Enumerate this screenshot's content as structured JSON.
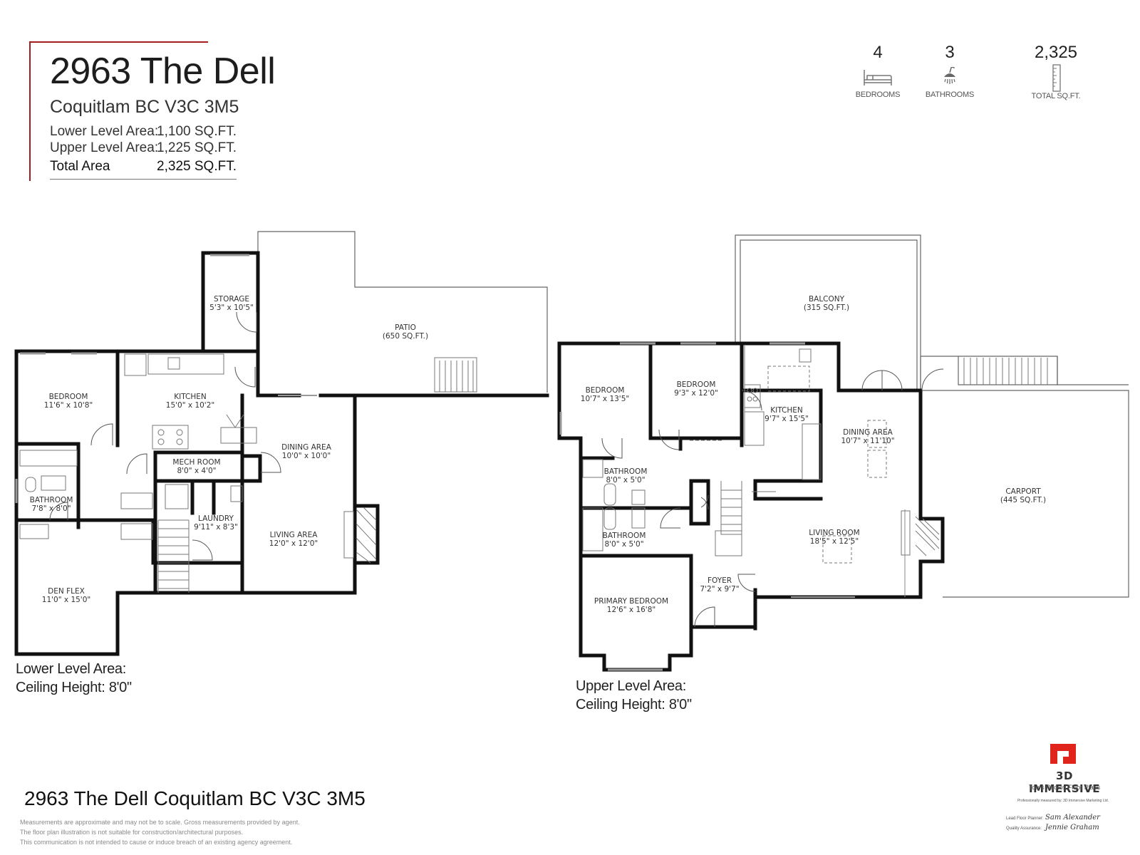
{
  "header": {
    "title": "2963 The Dell",
    "city": "Coquitlam BC V3C 3M5",
    "lower_label": "Lower Level Area:",
    "lower_value": "1,100 SQ.FT.",
    "upper_label": "Upper Level Area:",
    "upper_value": "1,225 SQ.FT.",
    "total_label": "Total Area",
    "total_value": "2,325 SQ.FT.",
    "accent_color": "#a31d21"
  },
  "stats": [
    {
      "value": "4",
      "caption": "BEDROOMS",
      "icon": "bed-icon"
    },
    {
      "value": "3",
      "caption": "BATHROOMS",
      "icon": "shower-icon"
    },
    {
      "value": "2,325",
      "caption": "TOTAL SQ.FT.",
      "icon": "ruler-icon"
    }
  ],
  "lower_plan": {
    "rooms": [
      {
        "name": "STORAGE",
        "dims": "5'3\" x 10'5\""
      },
      {
        "name": "PATIO",
        "dims": "(650 SQ.FT.)"
      },
      {
        "name": "BEDROOM",
        "dims": "11'6\" x 10'8\""
      },
      {
        "name": "KITCHEN",
        "dims": "15'0\" x 10'2\""
      },
      {
        "name": "DINING AREA",
        "dims": "10'0\" x 10'0\""
      },
      {
        "name": "MECH ROOM",
        "dims": "8'0\" x 4'0\""
      },
      {
        "name": "BATHROOM",
        "dims": "7'8\" x 8'0\""
      },
      {
        "name": "LAUNDRY",
        "dims": "9'11\" x 8'3\""
      },
      {
        "name": "LIVING AREA",
        "dims": "12'0\" x 12'0\""
      },
      {
        "name": "DEN FLEX",
        "dims": "11'0\" x 15'0\""
      }
    ],
    "caption_1": "Lower Level Area:",
    "caption_2": "Ceiling Height: 8'0\""
  },
  "upper_plan": {
    "rooms": [
      {
        "name": "BALCONY",
        "dims": "(315 SQ.FT.)"
      },
      {
        "name": "BEDROOM",
        "dims": "10'7\" x 13'5\""
      },
      {
        "name": "BEDROOM",
        "dims": "9'3\" x 12'0\""
      },
      {
        "name": "KITCHEN",
        "dims": "9'7\" x 15'5\""
      },
      {
        "name": "DINING AREA",
        "dims": "10'7\" x 11'10\""
      },
      {
        "name": "CARPORT",
        "dims": "(445 SQ.FT.)"
      },
      {
        "name": "BATHROOM",
        "dims": "8'0\" x 5'0\""
      },
      {
        "name": "BATHROOM",
        "dims": "8'0\" x 5'0\""
      },
      {
        "name": "LIVING ROOM",
        "dims": "18'5\" x 12'5\""
      },
      {
        "name": "FOYER",
        "dims": "7'2\" x 9'7\""
      },
      {
        "name": "PRIMARY BEDROOM",
        "dims": "12'6\" x 16'8\""
      }
    ],
    "caption_1": "Upper Level Area:",
    "caption_2": "Ceiling Height: 8'0\""
  },
  "footer": {
    "address": "2963 The Dell Coquitlam BC V3C 3M5",
    "disclaimer_1": "Measurements are approximate and may not be to scale. Gross measurements provided by agent.",
    "disclaimer_2": "The floor plan illustration is not suitable for construction/architectural purposes.",
    "disclaimer_3": "This communication is not intended to cause or induce breach of an existing agency agreement."
  },
  "logo": {
    "name": "3D IMMERSIVE",
    "tagline": "Tours  Photos  Floor Plans",
    "measured_by": "Professionally measured by: 3D Immersive Marketing Ltd.",
    "lead_label": "Lead Floor Planner:",
    "lead_signature": "Sam Alexander",
    "qa_label": "Quality Assurance:",
    "qa_signature": "Jennie Graham",
    "brand_color": "#e0241b"
  }
}
